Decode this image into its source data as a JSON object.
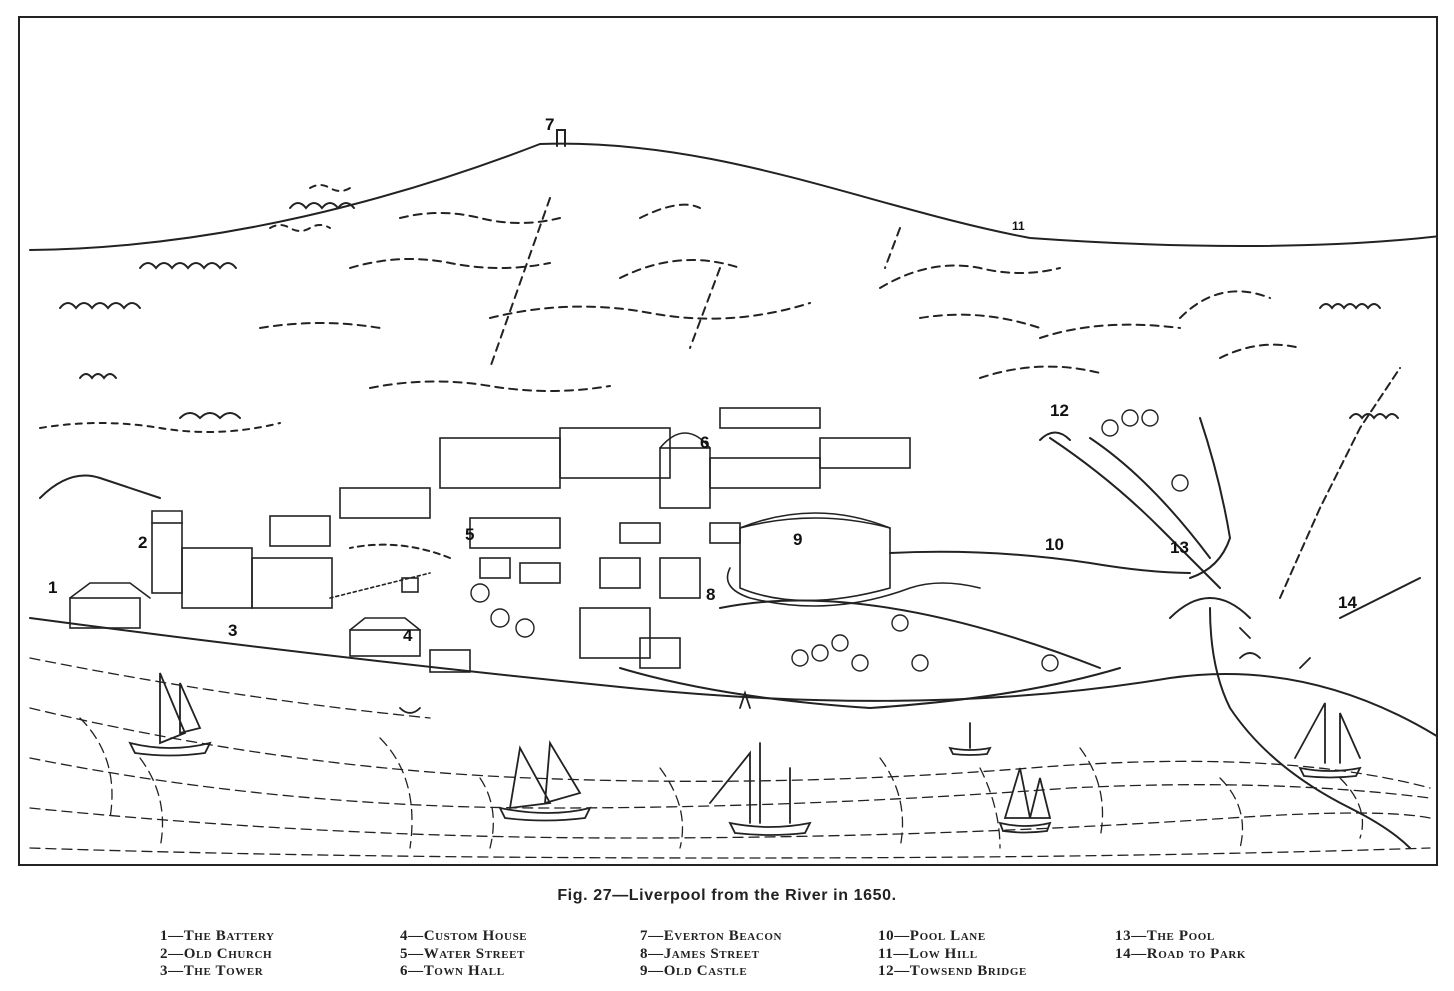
{
  "figure": {
    "caption": "Fig. 27—Liverpool from the River in 1650.",
    "map_numbers": [
      "1",
      "2",
      "3",
      "4",
      "5",
      "6",
      "7",
      "8",
      "9",
      "10",
      "11",
      "12",
      "13",
      "14"
    ],
    "legend_columns": [
      [
        "1—The Battery",
        "2—Old Church",
        "3—The Tower"
      ],
      [
        "4—Custom House",
        "5—Water Street",
        "6—Town Hall"
      ],
      [
        "7—Everton Beacon",
        "8—James Street",
        "9—Old Castle"
      ],
      [
        "10—Pool Lane",
        "11—Low Hill",
        "12—Towsend Bridge"
      ],
      [
        "13—The Pool",
        "14—Road to Park"
      ]
    ]
  }
}
